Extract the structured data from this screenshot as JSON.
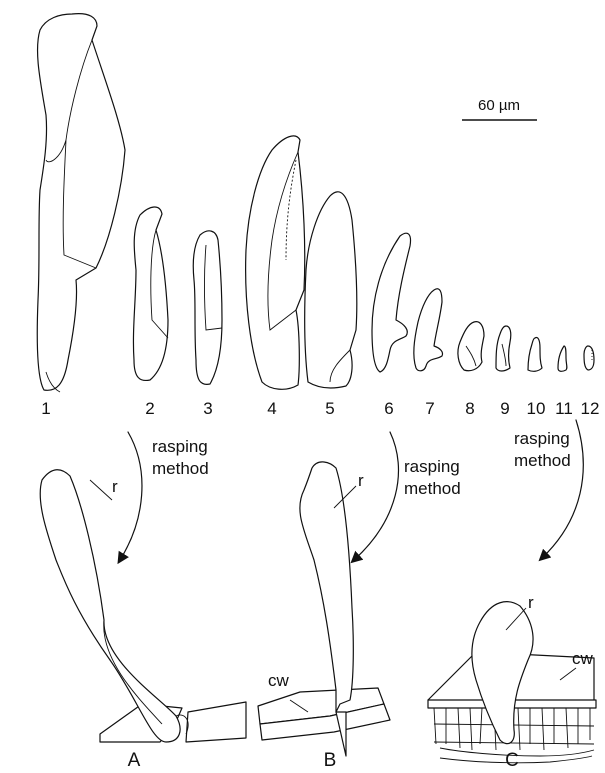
{
  "scale_bar": {
    "label": "60 µm"
  },
  "teeth": [
    {
      "id": "tooth-1",
      "label": "1"
    },
    {
      "id": "tooth-2",
      "label": "2"
    },
    {
      "id": "tooth-3",
      "label": "3"
    },
    {
      "id": "tooth-4",
      "label": "4"
    },
    {
      "id": "tooth-5",
      "label": "5"
    },
    {
      "id": "tooth-6",
      "label": "6"
    },
    {
      "id": "tooth-7",
      "label": "7"
    },
    {
      "id": "tooth-8",
      "label": "8"
    },
    {
      "id": "tooth-9",
      "label": "9"
    },
    {
      "id": "tooth-10",
      "label": "10"
    },
    {
      "id": "tooth-11",
      "label": "11"
    },
    {
      "id": "tooth-12",
      "label": "12"
    }
  ],
  "arrows": [
    {
      "line1": "rasping",
      "line2": "method"
    },
    {
      "line1": "rasping",
      "line2": "method"
    },
    {
      "line1": "rasping",
      "line2": "method"
    }
  ],
  "panels": [
    {
      "label": "A",
      "r_label": "r"
    },
    {
      "label": "B",
      "r_label": "r",
      "cw_label": "cw"
    },
    {
      "label": "C",
      "r_label": "r",
      "cw_label": "cw"
    }
  ]
}
